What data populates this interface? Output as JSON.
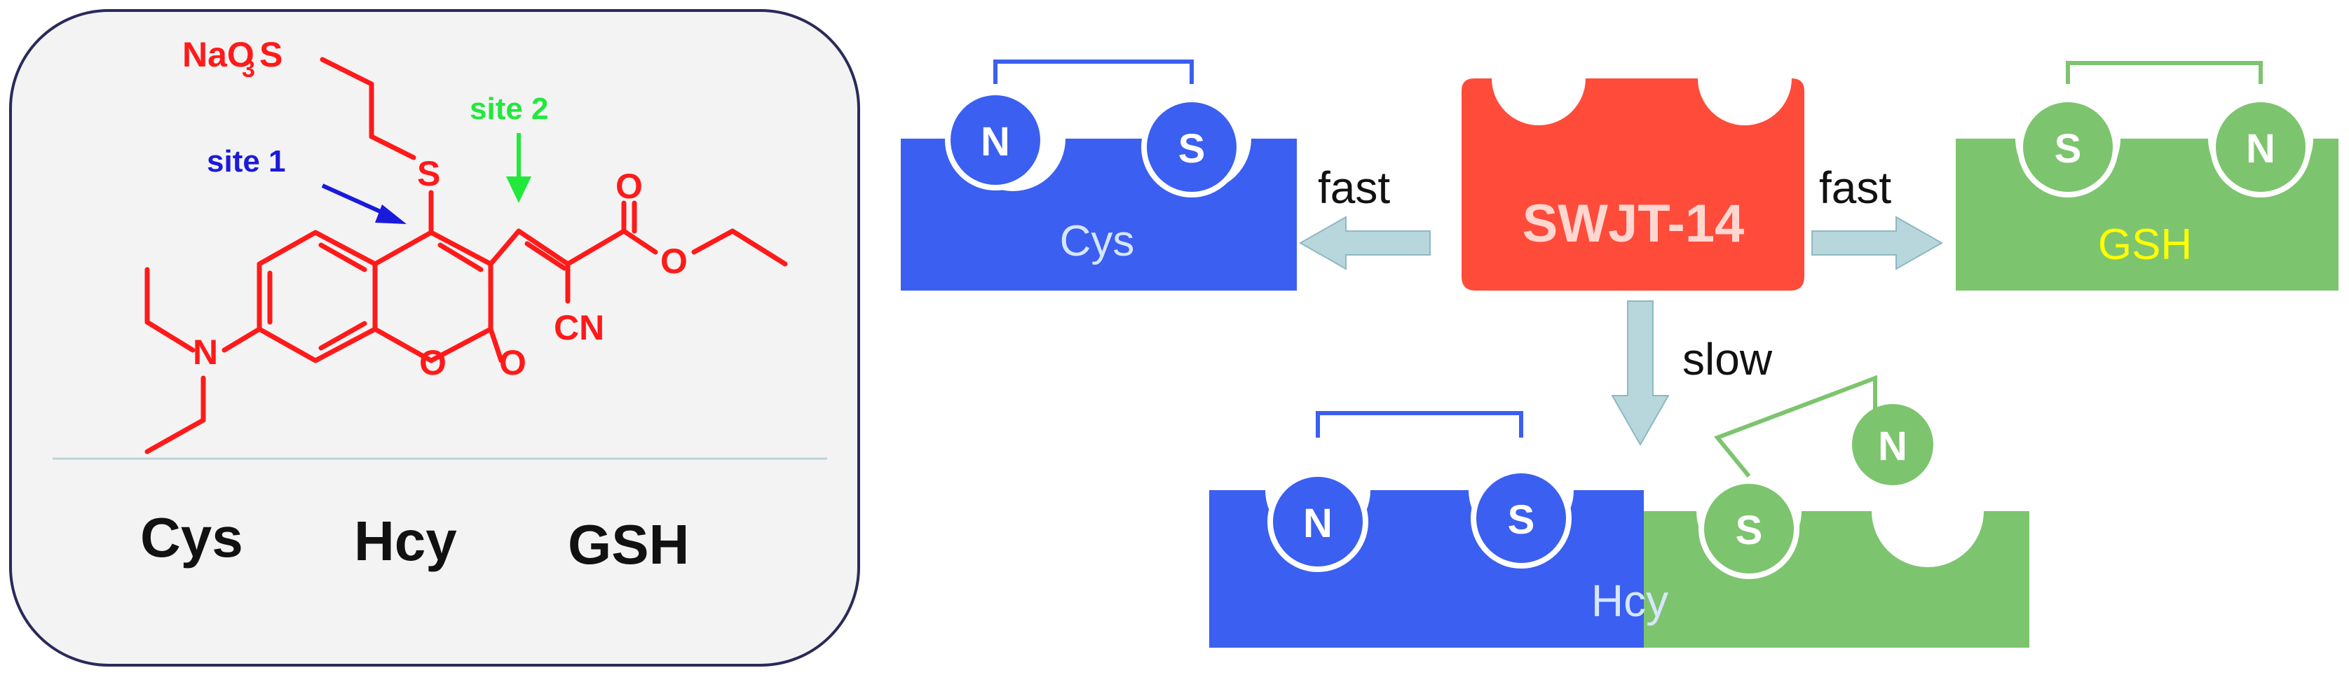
{
  "structure": {
    "sodium": "NaO",
    "sodium_sub": "3",
    "sulfur_S": "S",
    "thioether_S": "S",
    "carbonyl_O": "O",
    "ester_O": "O",
    "ring_O": "O",
    "lactone_O": "O",
    "amine_N": "N",
    "cyano": "CN",
    "site1": "site 1",
    "site2": "site 2"
  },
  "analytes": [
    "Cys",
    "Hcy",
    "GSH"
  ],
  "scheme": {
    "probe": "SWJT-14",
    "cys_label": "Cys",
    "gsh_label": "GSH",
    "hcy_label": "Hcy",
    "fast_left": "fast",
    "fast_right": "fast",
    "slow": "slow",
    "N": "N",
    "S": "S"
  },
  "colors": {
    "molecule": "#ff1a1a",
    "site1": "#1a1adb",
    "site2": "#22e83c",
    "cys_block": "#3b5ff0",
    "gsh_block": "#7dc46e",
    "probe_block": "#ff4b3a",
    "arrow_fill": "#b7d7dc",
    "gsh_text": "#ffff00"
  }
}
